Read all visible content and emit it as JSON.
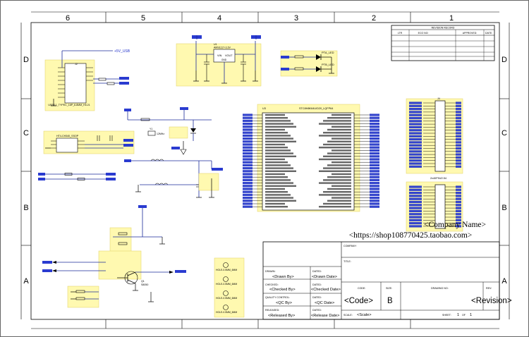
{
  "border": {
    "columns": [
      "6",
      "5",
      "4",
      "3",
      "2",
      "1"
    ],
    "rows": [
      "D",
      "C",
      "B",
      "A"
    ]
  },
  "revision_table": {
    "title": "REVISION RECORD",
    "headers": [
      "LTR",
      "ECO NO:",
      "APPROVED:",
      "DATE:"
    ]
  },
  "watermark": {
    "line1": "<Company Name>",
    "line2": "<https://shop108770425.taobao.com>"
  },
  "title_block": {
    "company_label": "COMPANY:",
    "title_label": "TITLE:",
    "drawn_label": "DRAWN:",
    "drawn_value": "<Drawn By>",
    "drawn_dated_label": "DATED:",
    "drawn_dated_value": "<Drawn Date>",
    "checked_label": "CHECKED:",
    "checked_value": "<Checked By>",
    "checked_dated_label": "DATED:",
    "checked_dated_value": "<Checked Date>",
    "qc_label": "QUALITY CONTROL:",
    "qc_value": "<QC By>",
    "qc_dated_label": "DATED:",
    "qc_dated_value": "<QC Date>",
    "released_label": "RELEASED:",
    "released_value": "<Released By>",
    "released_dated_label": "DATED:",
    "released_dated_value": "<Release Date>",
    "code_label": "CODE:",
    "code_value": "<Code>",
    "size_label": "SIZE:",
    "size_value": "B",
    "drawing_label": "DRAWING NO:",
    "rev_label": "REV:",
    "rev_value": "<Revision>",
    "scale_label": "SCALE:",
    "scale_value": "<Scale>",
    "sheet_label": "SHEET:",
    "sheet_value": "1",
    "sheet_of": "OF",
    "sheet_total": "1"
  },
  "components": {
    "usb_caption": "USB3.1_TYPEC_16P_6.8MM_H3.21",
    "usb_ref": "J2",
    "reg_ref": "U1",
    "reg_name": "AMS1117-3.3V",
    "reg_vin": "VIN",
    "reg_vout": "VOUT",
    "reg_gnd": "GND",
    "led1_name": "PTA_LED",
    "led2_name": "PTB_LED",
    "mcu_ref": "U3",
    "mcu_name": "STC8H8K64U/D20_LQFP64",
    "header_ref": "J4",
    "header_name": "2x40PIN/2.54",
    "ch340_name": "HT4-CH340_SSOP",
    "crystal_ref": "Y1",
    "crystal_val": "12MHz",
    "transistor_ref": "Q1",
    "transistor_val": "S8050",
    "hole1": "HOLE-0.5MM_6MM",
    "hole2": "HOLE-0.5MM_6MM",
    "hole3": "HOLE-0.5MM_6MM",
    "hole4": "HOLE-0.5MM_6MM"
  }
}
